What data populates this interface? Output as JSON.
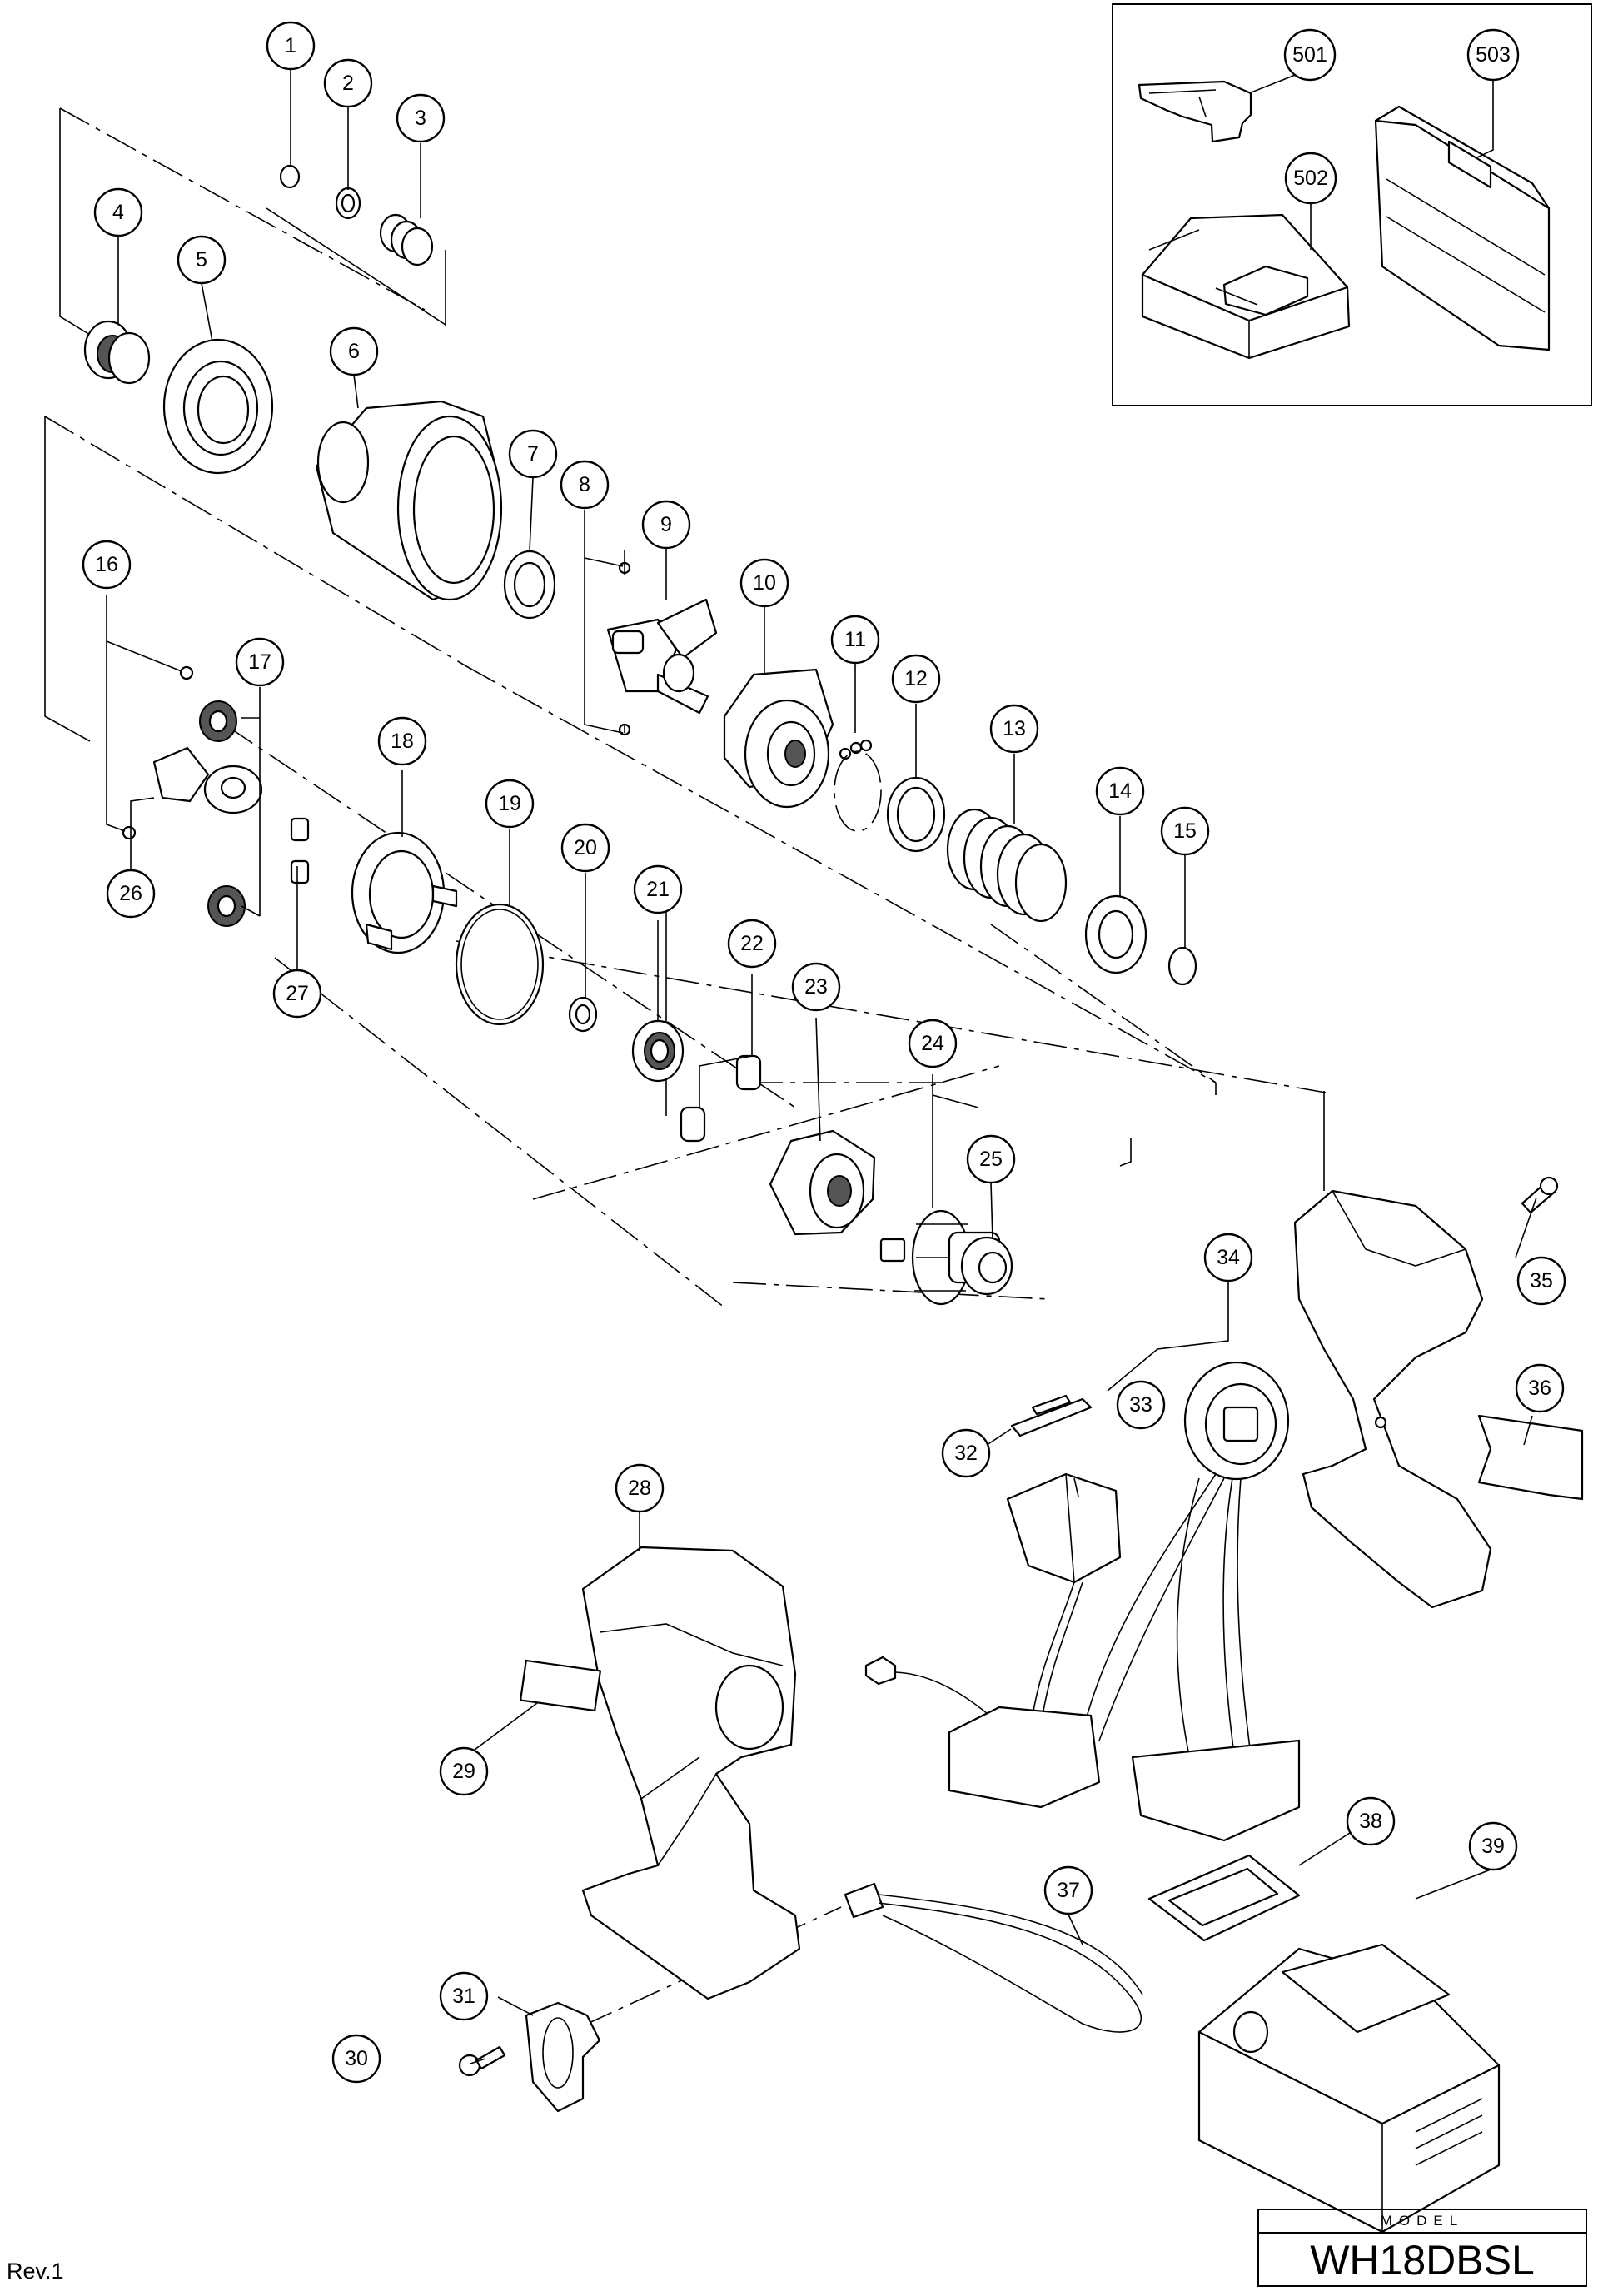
{
  "model": {
    "label": "MODEL",
    "number": "WH18DBSL"
  },
  "revision": "Rev.1",
  "part_numbers": [
    "1",
    "2",
    "3",
    "4",
    "5",
    "6",
    "7",
    "8",
    "9",
    "10",
    "11",
    "12",
    "13",
    "14",
    "15",
    "16",
    "17",
    "18",
    "19",
    "20",
    "21",
    "22",
    "23",
    "24",
    "25",
    "26",
    "27",
    "28",
    "29",
    "30",
    "31",
    "32",
    "33",
    "34",
    "35",
    "36",
    "37",
    "38",
    "39",
    "501",
    "502",
    "503"
  ],
  "accessories_box_parts": [
    "501",
    "502",
    "503"
  ]
}
